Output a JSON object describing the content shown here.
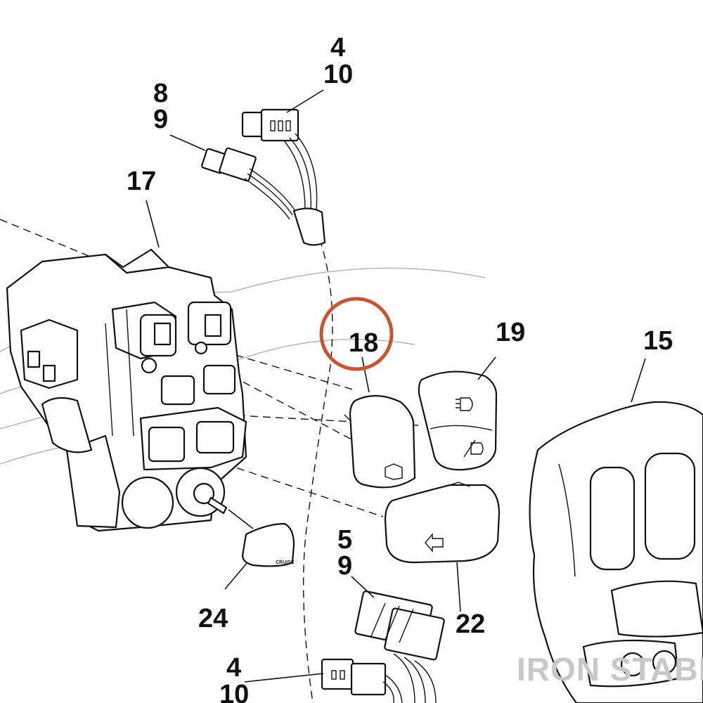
{
  "diagram": {
    "callouts": {
      "c4_top": "4",
      "c10_top": "10",
      "c8": "8",
      "c9_top": "9",
      "c17": "17",
      "c18": "18",
      "c19": "19",
      "c15": "15",
      "c5": "5",
      "c9_mid": "9",
      "c22": "22",
      "c24": "24",
      "c4_bottom": "4",
      "c10_bottom": "10"
    },
    "cap_text": "CRUISE",
    "highlight_color": "#c8552f",
    "watermark": "IRON STABLE"
  }
}
